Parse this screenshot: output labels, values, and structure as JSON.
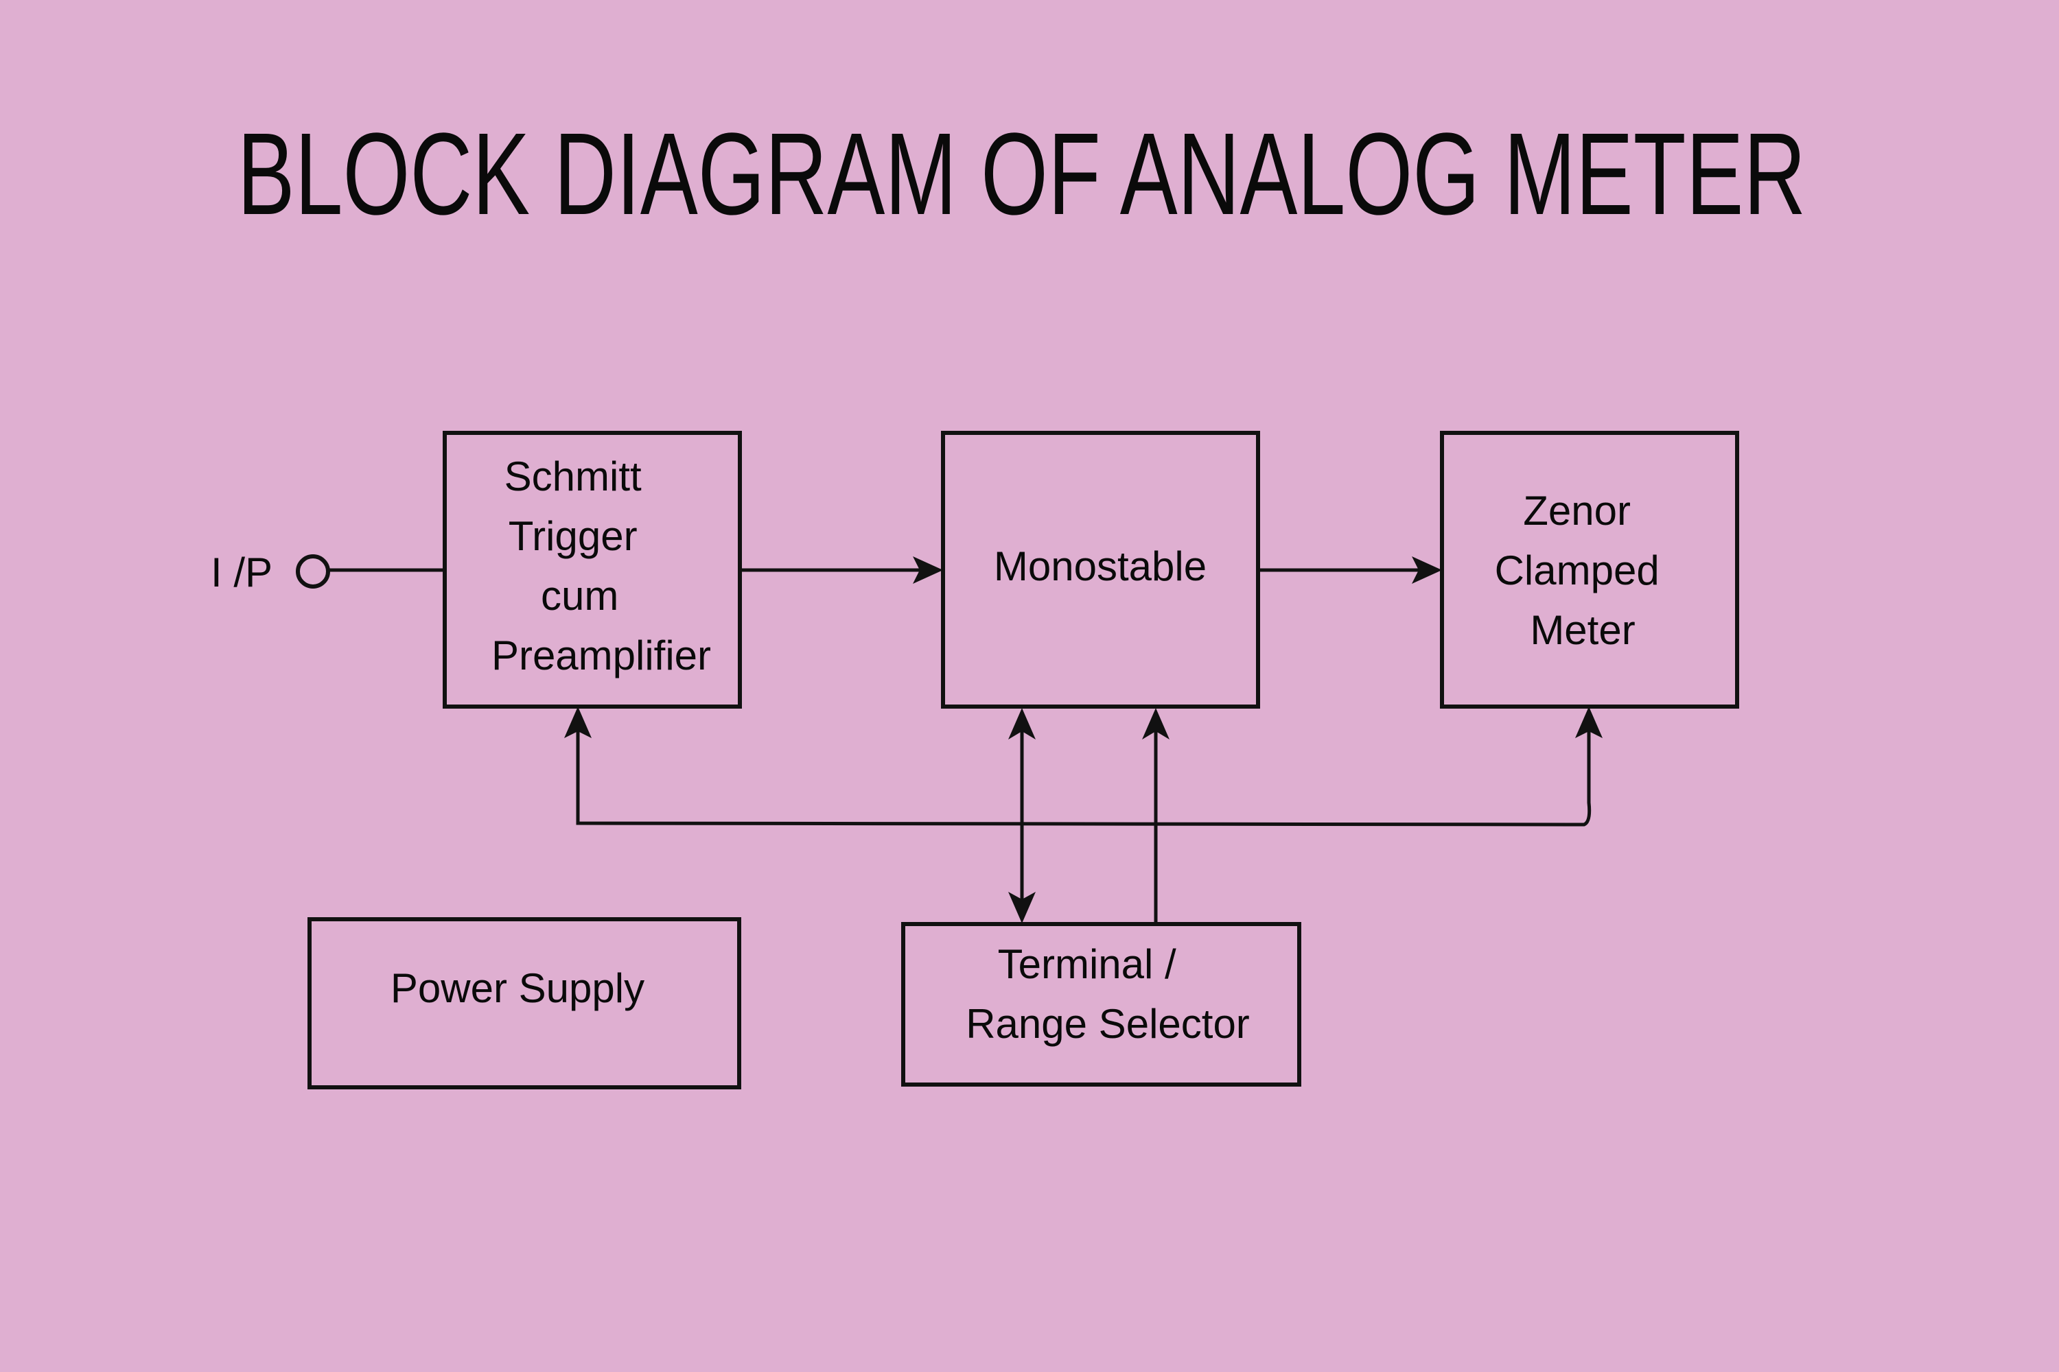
{
  "title": "BLOCK DIAGRAM OF ANALOG METER",
  "input_label": "I /P",
  "blocks": {
    "schmitt": {
      "lines": [
        "Schmitt",
        "Trigger",
        "cum",
        "Preamplifier"
      ]
    },
    "monostable": {
      "lines": [
        "Monostable"
      ]
    },
    "zenor": {
      "lines": [
        "Zenor",
        "Clamped",
        "Meter"
      ]
    },
    "power_supply": {
      "lines": [
        "Power Supply"
      ]
    },
    "terminal": {
      "lines": [
        "Terminal /",
        "Range Selector"
      ]
    }
  },
  "colors": {
    "background": "#dfafd1",
    "ink": "#111111"
  }
}
